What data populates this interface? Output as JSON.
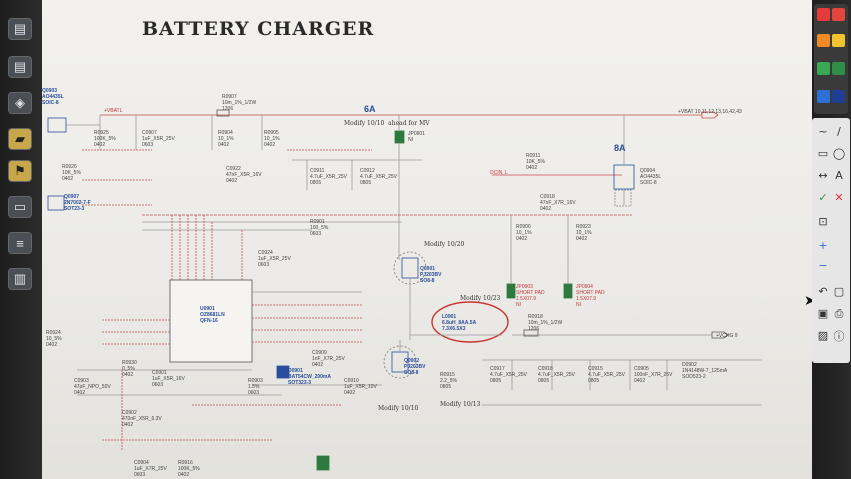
{
  "sheet": {
    "title": "BATTERY CHARGER"
  },
  "labels": {
    "vbatl": "+VBATL",
    "vbat_net": "+VBAT 10,11,12,13,16,42,43",
    "q0903": "Q0903\nAO4435L\nSOIC-8",
    "r0907": "R0907\n10m_1%_1/2W\n1206",
    "r0925": "R0925\n100K_5%\n0402",
    "c0907": "C0907\n1uF_X5R_25V\n0603",
    "r0904": "R0904\n10_1%\n0402",
    "r0905": "R0905\n10_1%\n0402",
    "current_6a": "6A",
    "note_mv": "Modify 10/10  ahead for MV",
    "jp0901": "JP0901\nNI",
    "c0922": "C0922\n47nF_X5R_16V\n0402",
    "c0911": "C0911\n4.7uF_X5R_25V\n0805",
    "c0912": "C0912\n4.7uF_X5R_25V\n0805",
    "net_dc_in": "DCIN_L",
    "r0911": "R0911\n10K_5%\n0402",
    "current_8a": "8A",
    "q0904": "Q0904\nAO4435L\nSOIC-8",
    "r0926": "R0926\n10K_5%\n0402",
    "q0907": "Q0907\n2N7002-7-F\nSOT23-3",
    "c0918": "C0918\n47nF_X7R_16V\n0402",
    "r0901": "R0901\n100_5%\n0603",
    "c0924": "C0924\n1uF_X5R_25V\n0603",
    "r0906": "R0906\n10_1%\n0402",
    "r0923": "R0923\n10_1%\n0402",
    "note_1020": "Modify 10/20",
    "q0901": "Q0901\nPJ203BV\nSO8-8",
    "u0901": "U0901\nOZ8681LN\nQFN-16",
    "jp0903": "JP0903\nSHORT PAD\n1.5X07.9\nNI",
    "jp0904": "JP0904\nSHORT PAD\n1.5X07.9\nNI",
    "note_1023": "Modify 10/23",
    "l0901": "L0901\n6.8uH_8AA.5A\n7.3X6.5X3",
    "r0918": "R0918\n10m_1%_1/2W\n1206",
    "vchg": "+VCHG 9",
    "r0924": "R0924\n10_5%\n0402",
    "r0930": "R0930\n0_5%\n0402",
    "c0909": "C0909\n1nF_X7R_25V\n0402",
    "q0902": "Q0902\nPJ203BV\nSO8-8",
    "r0915": "R0915\n2.2_5%\n0805",
    "c0917": "C0917\n4.7uF_X5R_25V\n0805",
    "c0918b": "C0918\n4.7uF_X5R_25V\n0805",
    "c0915": "C0915\n4.7uF_X5R_25V\n0805",
    "c0905": "C0905\n100nF_X7R_25V\n0402",
    "d0902": "D0902\n1N4148W-7_125mA\nSOD523-2",
    "c0903": "C0903\n47pF_NPO_50V\n0402",
    "c0901": "C0901\n1uF_X5R_16V\n0603",
    "r0903": "R0903\n1.5%\n0603",
    "d0901": "D0901\nBAT54CW_200mA\nSOT323-3",
    "c0910": "C0910\n1uF_X5R_10V\n0402",
    "c0902": "C0902\n470nF_X5R_6.3V\n0402",
    "note_1010": "Modify 10/10",
    "note_1013": "Modify 10/13",
    "c0904": "C0904\n1uF_X7R_25V\n0603",
    "r0916": "R0916\n100K_5%\n0402"
  },
  "toolbar_left": {
    "icons": [
      "document-icon",
      "document-icon",
      "bookmark-icon",
      "folder-icon",
      "flag-icon",
      "chat-icon",
      "layers-icon",
      "stamp-icon"
    ]
  },
  "palette": {
    "colors": [
      "#e33a3a",
      "#e2453c",
      "#f08a24",
      "#f2c230",
      "#39a852",
      "#2f8e48",
      "#2d6fd6",
      "#1f3f95"
    ]
  },
  "tools": {
    "items": [
      "pen-icon",
      "line-icon",
      "rectangle-icon",
      "ellipse-icon",
      "arrow-icon",
      "text-icon",
      "check-icon",
      "close-icon",
      "crop-icon",
      "plus-icon",
      "minus-icon",
      "undo-icon",
      "copy-icon",
      "save-icon",
      "print-icon",
      "image-icon",
      "info-icon"
    ],
    "glyphs": [
      "~",
      "/",
      "▭",
      "◯",
      "↔",
      "A",
      "✓",
      "✕",
      "⊡",
      "+",
      "−",
      "↶",
      "▢",
      "▣",
      "⎙",
      "▨",
      "ⓘ"
    ]
  }
}
